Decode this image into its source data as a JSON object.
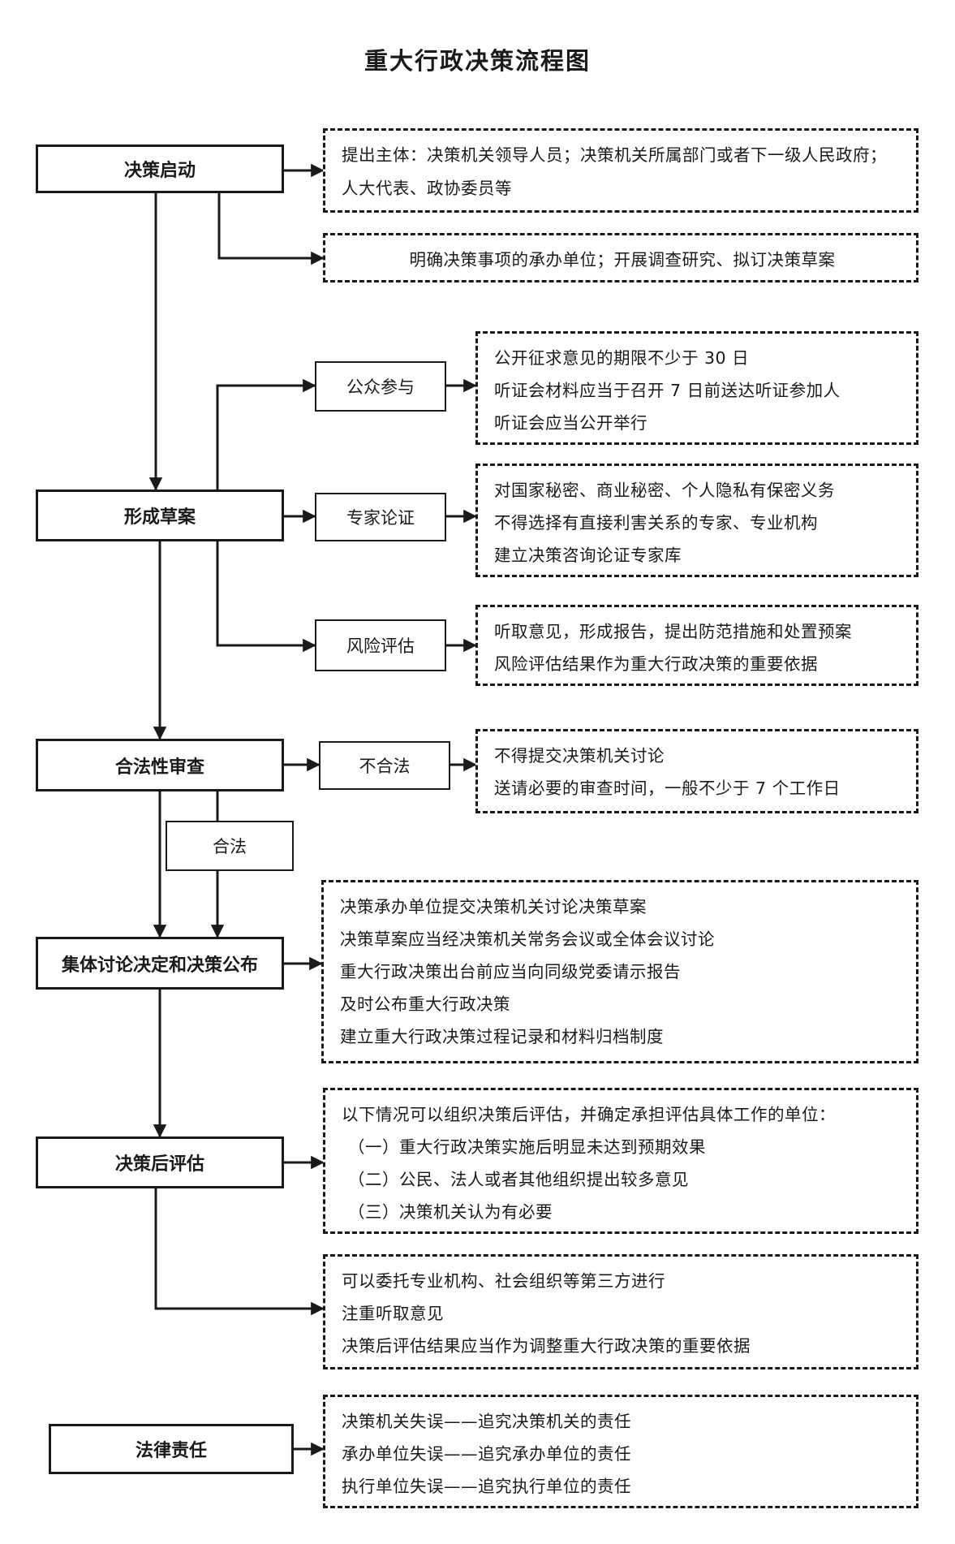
{
  "title": "重大行政决策流程图",
  "steps": {
    "start": "决策启动",
    "draft": "形成草案",
    "legal_review": "合法性审查",
    "collective": "集体讨论决定和决策公布",
    "post_eval": "决策后评估",
    "liability": "法律责任"
  },
  "branches": {
    "public": "公众参与",
    "expert": "专家论证",
    "risk": "风险评估",
    "illegal": "不合法",
    "legal": "合法"
  },
  "notes": {
    "start_subject": [
      "提出主体：决策机关领导人员；决策机关所属部门或者下一级人民政府；人大代表、政协委员等"
    ],
    "start_unit": [
      "明确决策事项的承办单位；开展调查研究、拟订决策草案"
    ],
    "public": [
      "公开征求意见的期限不少于 30 日",
      "听证会材料应当于召开 7 日前送达听证参加人",
      "听证会应当公开举行"
    ],
    "expert": [
      "对国家秘密、商业秘密、个人隐私有保密义务",
      "不得选择有直接利害关系的专家、专业机构",
      "建立决策咨询论证专家库"
    ],
    "risk": [
      "听取意见，形成报告，提出防范措施和处置预案",
      "风险评估结果作为重大行政决策的重要依据"
    ],
    "illegal": [
      "不得提交决策机关讨论",
      "送请必要的审查时间，一般不少于 7 个工作日"
    ],
    "collective": [
      "决策承办单位提交决策机关讨论决策草案",
      "决策草案应当经决策机关常务会议或全体会议讨论",
      "重大行政决策出台前应当向同级党委请示报告",
      "及时公布重大行政决策",
      "建立重大行政决策过程记录和材料归档制度"
    ],
    "post_eval_conditions": [
      "以下情况可以组织决策后评估，并确定承担评估具体工作的单位：",
      "（一）重大行政决策实施后明显未达到预期效果",
      "（二）公民、法人或者其他组织提出较多意见",
      "（三）决策机关认为有必要"
    ],
    "post_eval_method": [
      "可以委托专业机构、社会组织等第三方进行",
      "注重听取意见",
      "决策后评估结果应当作为调整重大行政决策的重要依据"
    ],
    "liability": [
      "决策机关失误——追究决策机关的责任",
      "承办单位失误——追究承办单位的责任",
      "执行单位失误——追究执行单位的责任"
    ]
  }
}
